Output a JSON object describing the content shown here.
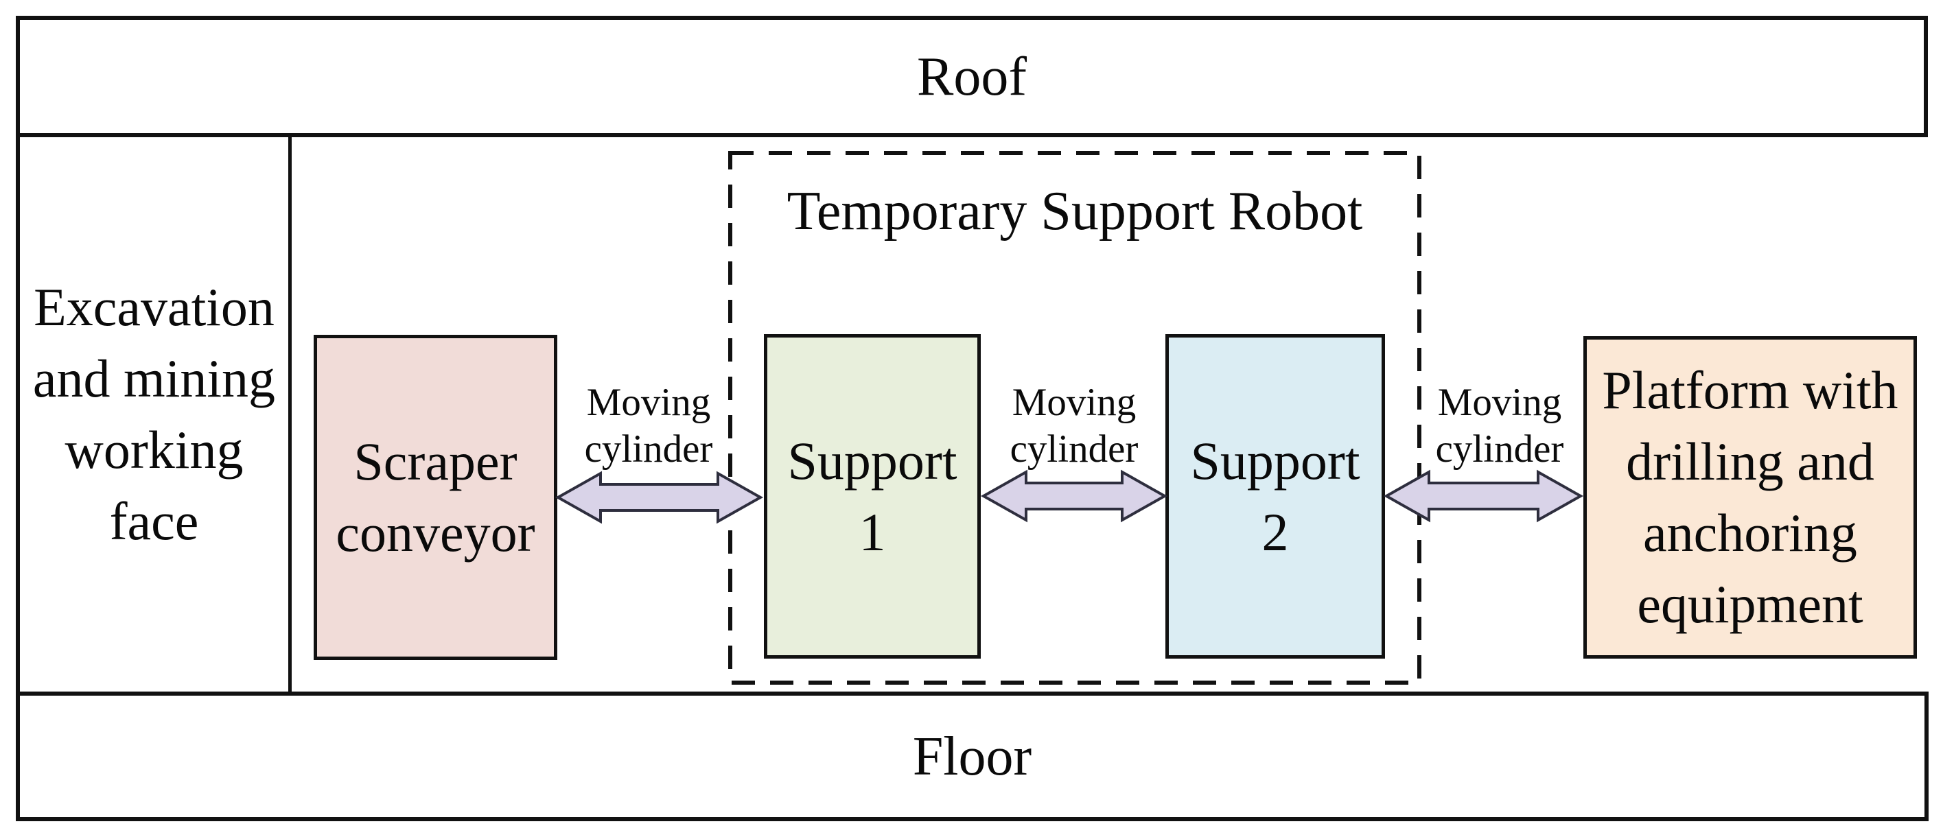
{
  "colors": {
    "scraper_fill": "#f1dcd8",
    "support1_fill": "#e8efdc",
    "support2_fill": "#dbedf3",
    "platform_fill": "#fbe8d6",
    "arrow_fill": "#d9d3e8",
    "line": "#111111"
  },
  "roof": {
    "label": "Roof"
  },
  "floor": {
    "label": "Floor"
  },
  "working_face": {
    "lines": [
      "Excavation",
      "and mining",
      "working",
      "face"
    ]
  },
  "robot_group": {
    "title": "Temporary Support Robot"
  },
  "boxes": {
    "scraper": {
      "lines": [
        "Scraper",
        "conveyor"
      ]
    },
    "support1": {
      "lines": [
        "Support",
        "1"
      ]
    },
    "support2": {
      "lines": [
        "Support",
        "2"
      ]
    },
    "platform": {
      "lines": [
        "Platform with",
        "drilling and",
        "anchoring",
        "equipment"
      ]
    }
  },
  "arrows": [
    {
      "label_lines": [
        "Moving",
        "cylinder"
      ]
    },
    {
      "label_lines": [
        "Moving",
        "cylinder"
      ]
    },
    {
      "label_lines": [
        "Moving",
        "cylinder"
      ]
    }
  ]
}
